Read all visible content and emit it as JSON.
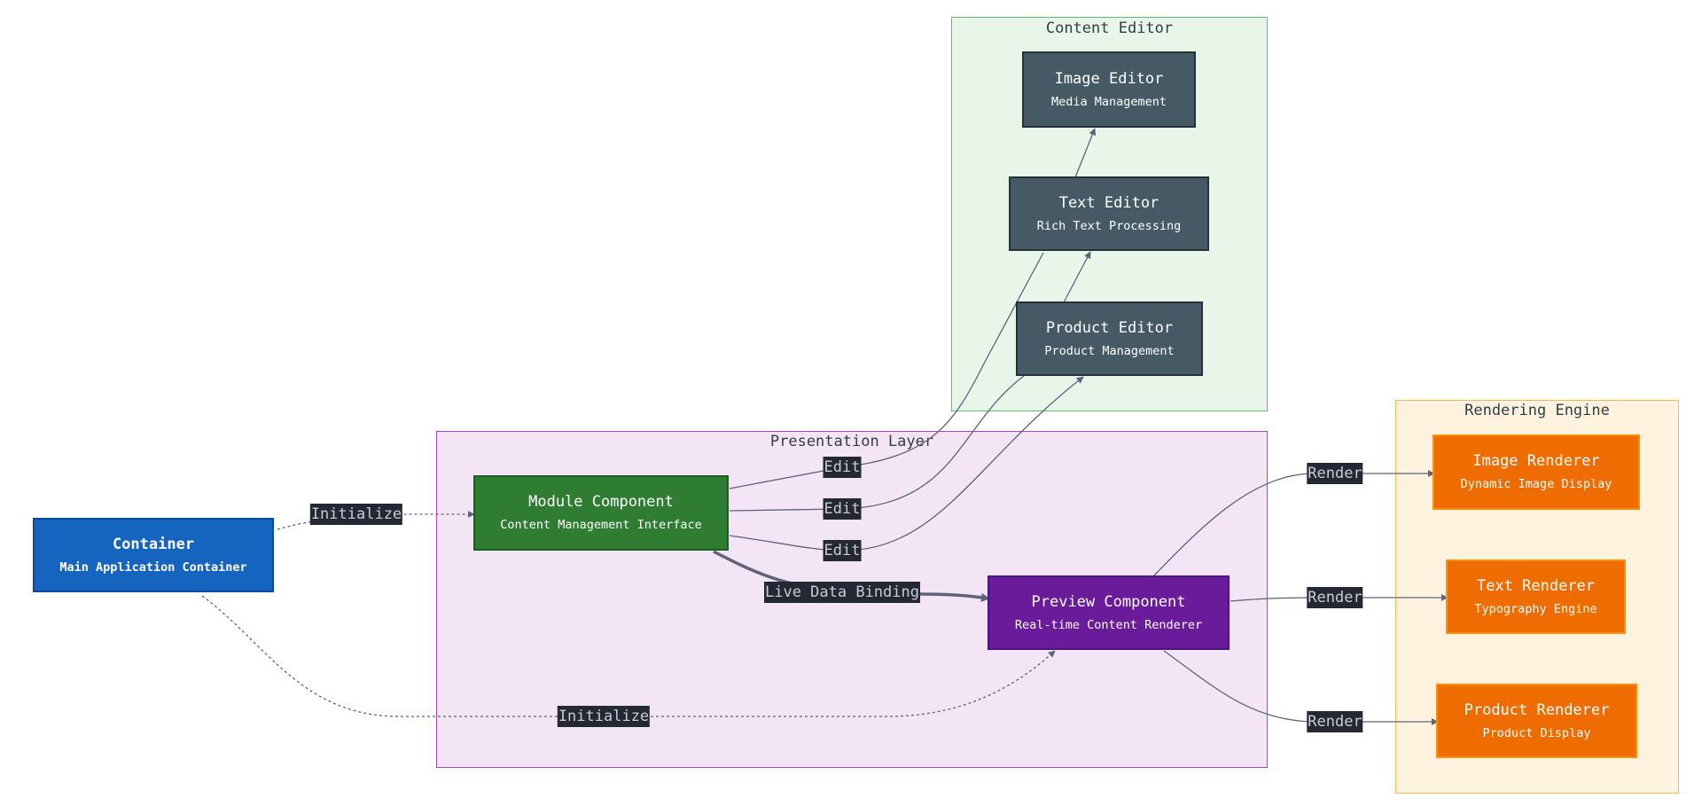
{
  "clusters": {
    "content_editor": "Content Editor",
    "presentation_layer": "Presentation Layer",
    "rendering_engine": "Rendering Engine"
  },
  "nodes": {
    "container": {
      "title": "Container",
      "subtitle": "Main Application Container"
    },
    "module_component": {
      "title": "Module Component",
      "subtitle": "Content Management Interface"
    },
    "preview_component": {
      "title": "Preview Component",
      "subtitle": "Real-time Content Renderer"
    },
    "image_editor": {
      "title": "Image Editor",
      "subtitle": "Media Management"
    },
    "text_editor": {
      "title": "Text Editor",
      "subtitle": "Rich Text Processing"
    },
    "product_editor": {
      "title": "Product Editor",
      "subtitle": "Product Management"
    },
    "image_renderer": {
      "title": "Image Renderer",
      "subtitle": "Dynamic Image Display"
    },
    "text_renderer": {
      "title": "Text Renderer",
      "subtitle": "Typography Engine"
    },
    "product_renderer": {
      "title": "Product Renderer",
      "subtitle": "Product Display"
    }
  },
  "edges": {
    "init_module": "Initialize",
    "init_preview": "Initialize",
    "edit_image": "Edit",
    "edit_text": "Edit",
    "edit_product": "Edit",
    "live_binding": "Live Data Binding",
    "render_image": "Render",
    "render_text": "Render",
    "render_product": "Render"
  },
  "colors": {
    "container": "#1565c0",
    "module": "#2e7d32",
    "preview": "#6a1b9a",
    "editor": "#455a64",
    "renderer": "#ef6c00",
    "edge": "#5c6479",
    "edge_label_bg": "#232834"
  }
}
